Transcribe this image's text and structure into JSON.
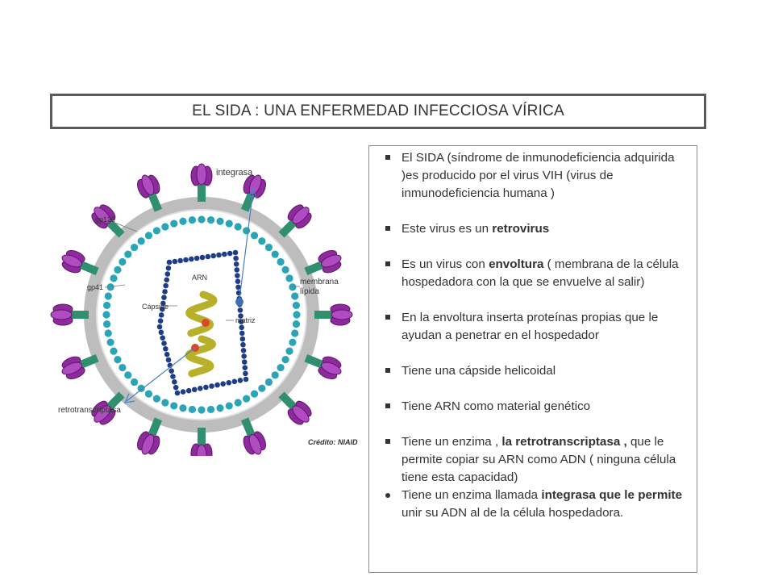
{
  "title": "EL SIDA : UNA ENFERMEDAD INFECCIOSA VÍRICA",
  "diagram": {
    "labels": {
      "integrasa": "integrasa",
      "gp120": "gp120",
      "gp41": "gp41",
      "arn": "ARN",
      "capside": "Cápside",
      "membrana": "membrana",
      "lipida": "lípida",
      "matriz": "matriz",
      "retrotranscriptasa": "retrotranscriptasa",
      "credito": "Crédito: NIAID"
    },
    "colors": {
      "spike": "#8e2a9e",
      "stem": "#2f8f6f",
      "membrane": "#bdbdbd",
      "matrix_beads": "#2aa5b8",
      "capsid_beads": "#1f3c86",
      "rna": "#b7b02a",
      "enzyme_red": "#d9482b",
      "enzyme_blue": "#3f6fb5",
      "arrow": "#4a7fc1"
    }
  },
  "bullets": [
    {
      "marker": "square",
      "parts": [
        {
          "t": "El SIDA (síndrome de inmunodeficiencia adquirida )es producido por el virus VIH (virus de inmunodeficiencia humana )"
        }
      ]
    },
    {
      "marker": "square",
      "parts": [
        {
          "t": "Este virus es un "
        },
        {
          "t": "retrovirus",
          "b": true
        }
      ]
    },
    {
      "marker": "square",
      "parts": [
        {
          "t": "Es un virus con "
        },
        {
          "t": "envoltura",
          "b": true
        },
        {
          "t": "  ( membrana  de la célula hospedadora con la que se envuelve al salir)"
        }
      ]
    },
    {
      "marker": "square",
      "parts": [
        {
          "t": " En la envoltura inserta proteínas propias que le ayudan a penetrar en el hospedador"
        }
      ]
    },
    {
      "marker": "square",
      "parts": [
        {
          "t": "Tiene una cápside helicoidal"
        }
      ]
    },
    {
      "marker": "square",
      "parts": [
        {
          "t": "Tiene ARN como material genético"
        }
      ]
    },
    {
      "marker": "square",
      "parts": [
        {
          "t": "Tiene un enzima , "
        },
        {
          "t": "la retrotranscriptasa ,",
          "b": true
        },
        {
          "t": " que le permite copiar su ARN como ADN ( ninguna célula tiene esta capacidad)"
        }
      ]
    },
    {
      "marker": "round",
      "nogap": true,
      "parts": [
        {
          "t": "Tiene un enzima llamada  "
        },
        {
          "t": "integrasa que le permite",
          "b": true
        },
        {
          "t": "  unir  su ADN al de la célula hospedadora."
        }
      ]
    }
  ]
}
